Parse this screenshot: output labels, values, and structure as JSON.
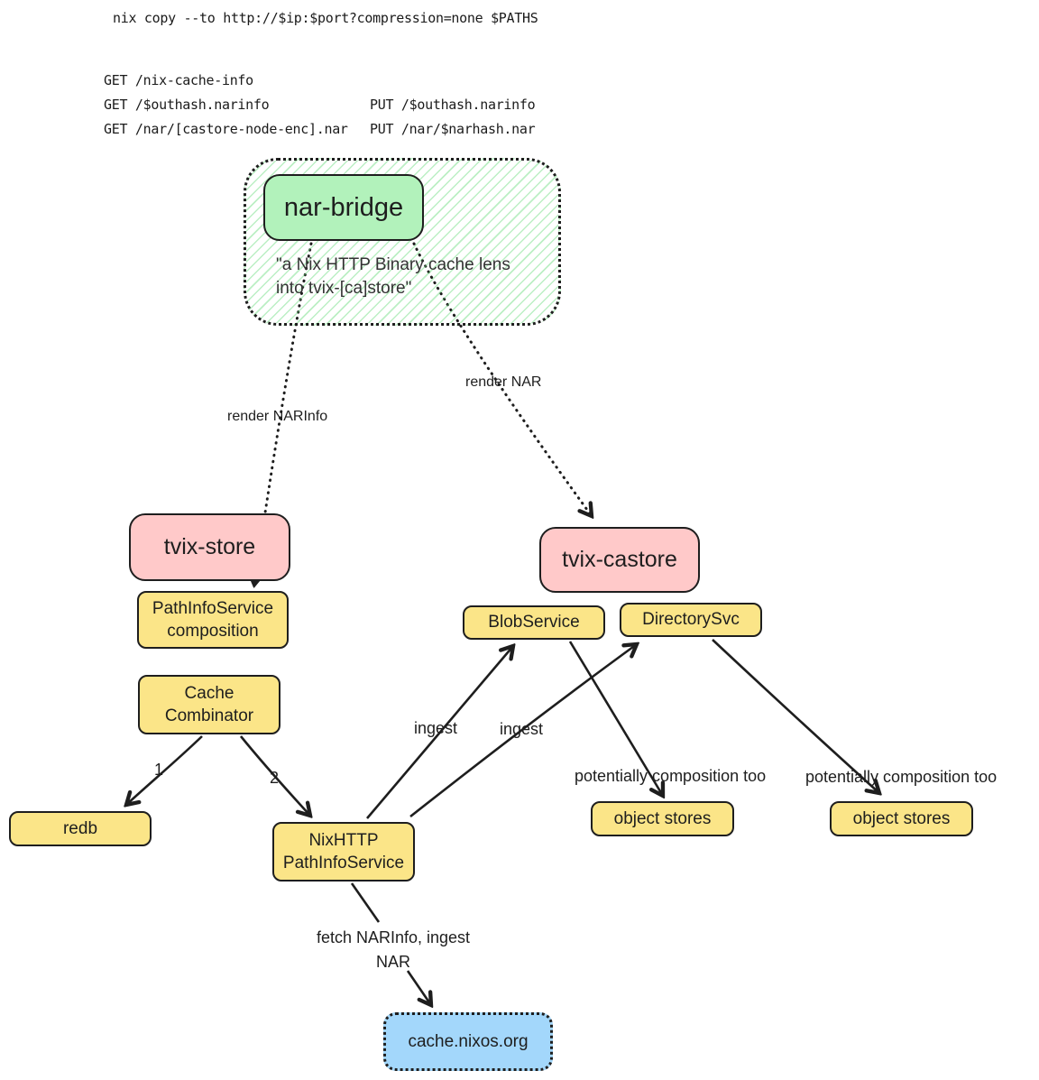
{
  "colors": {
    "stroke": "#1e1e1e",
    "node_yellow": "#fbe588",
    "node_pink": "#ffc9c9",
    "node_green": "#b2f2bb",
    "node_blue": "#a3d7fb",
    "hatch_green": "#69db7c"
  },
  "header": {
    "command": "nix copy --to http://$ip:$port?compression=none $PATHS",
    "get_lines": [
      "GET /nix-cache-info",
      "GET /$outhash.narinfo",
      "GET /nar/[castore-node-enc].nar"
    ],
    "put_lines": [
      "PUT /$outhash.narinfo",
      "PUT /nar/$narhash.nar"
    ]
  },
  "nar_bridge": {
    "label": "nar-bridge",
    "quote": "\"a Nix HTTP Binary cache lens\ninto tvix-[ca]store\""
  },
  "nodes": {
    "tvix_store": "tvix-store",
    "pathinfo_composition": "PathInfoService\ncomposition",
    "cache_combinator": "Cache\nCombinator",
    "redb": "redb",
    "nixhttp_pathinfoservice": "NixHTTP\nPathInfoService",
    "tvix_castore": "tvix-castore",
    "blob_service": "BlobService",
    "directory_svc": "DirectorySvc",
    "object_stores_left": "object stores",
    "object_stores_right": "object stores",
    "cache_nixos_org": "cache.nixos.org"
  },
  "edge_labels": {
    "render_narinfo": "render NARInfo",
    "render_nar": "render NAR",
    "one": "1",
    "two": "2",
    "ingest_blob": "ingest",
    "ingest_dir": "ingest",
    "potentially_left": "potentially composition too",
    "potentially_right": "potentially composition too",
    "fetch_narinfo": "fetch NARInfo, ingest\nNAR"
  }
}
